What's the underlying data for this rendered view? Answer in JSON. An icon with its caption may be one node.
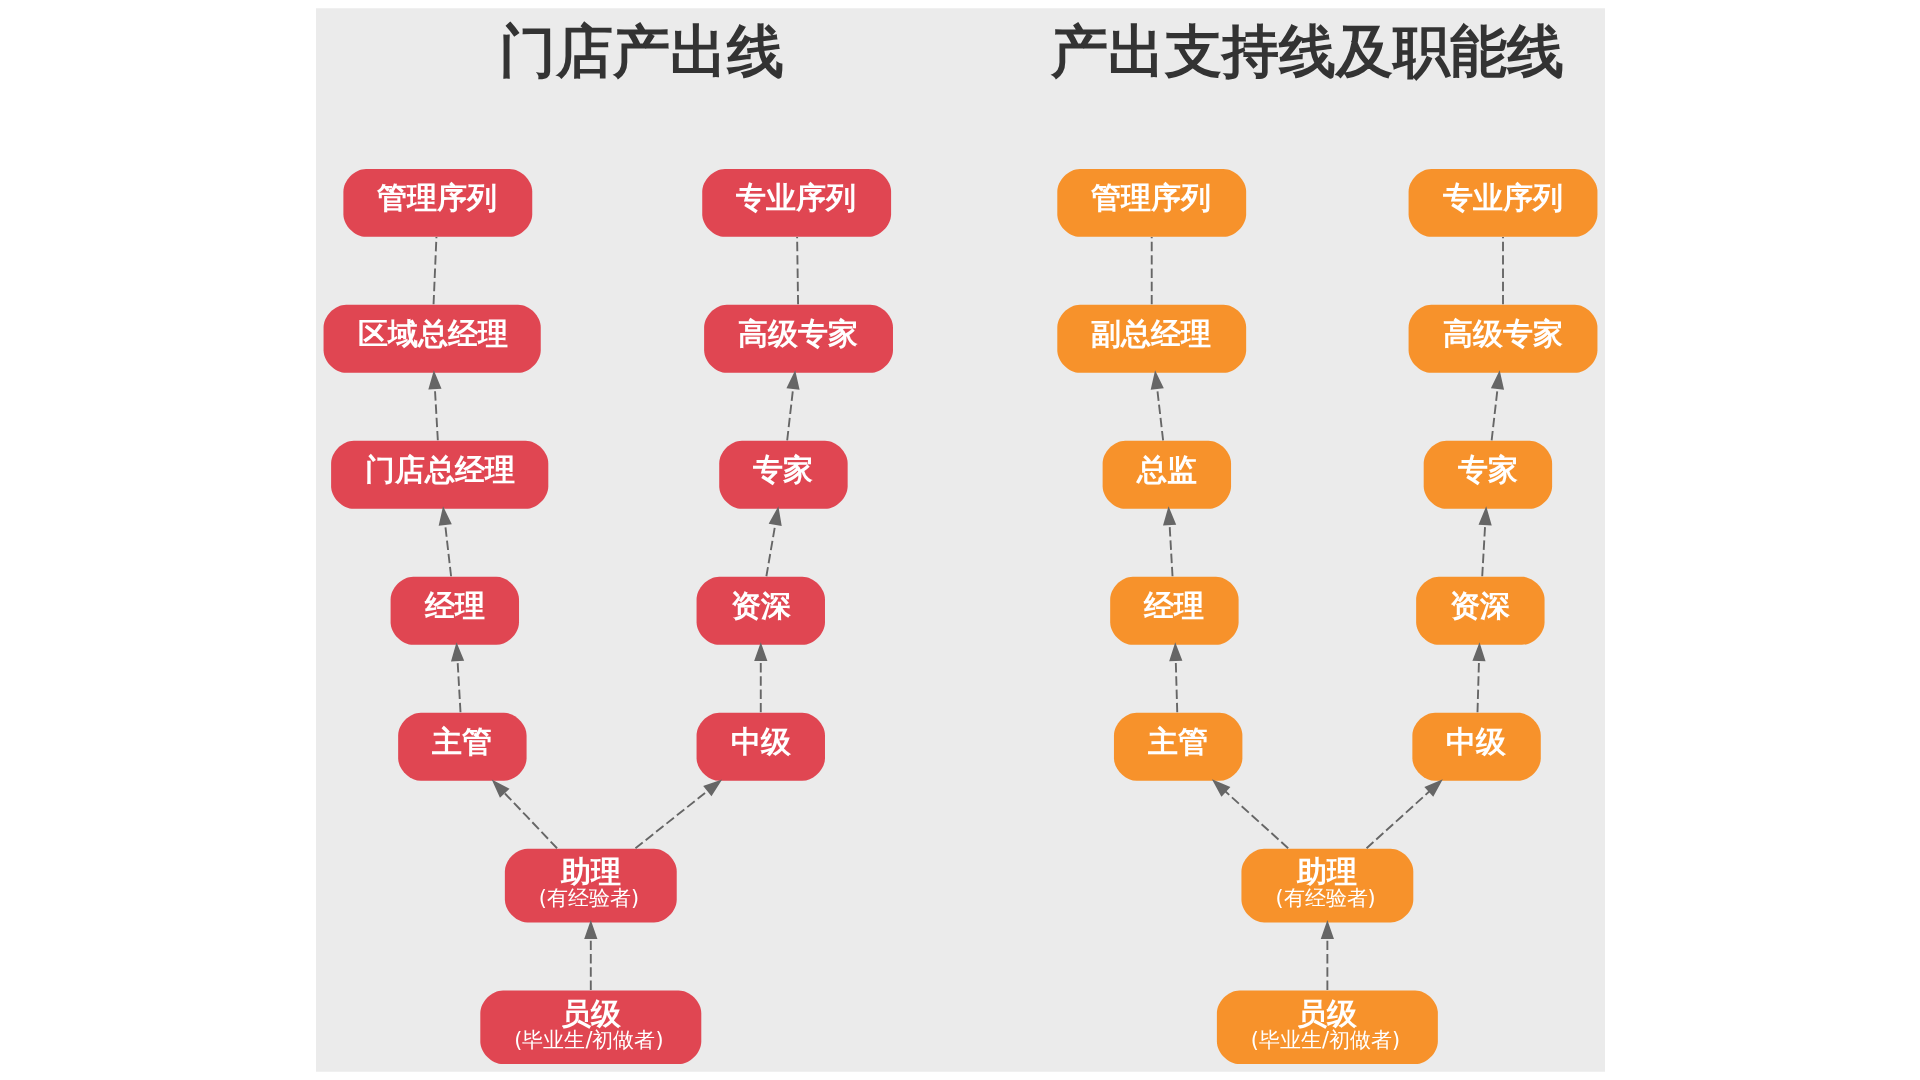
{
  "diagram": {
    "nodes": [
      {
        "text": [
          "管理序列"
        ]
      },
      {
        "text": [
          "专业序列"
        ]
      },
      {
        "text": [
          "区域总经理"
        ]
      },
      {
        "text": [
          "高级专家"
        ]
      },
      {
        "text": [
          "门店总经理"
        ]
      },
      {
        "text": [
          "专家"
        ]
      },
      {
        "text": [
          "经理"
        ]
      },
      {
        "text": [
          "资深"
        ]
      },
      {
        "text": [
          "主管"
        ]
      },
      {
        "text": [
          "中级"
        ]
      },
      {
        "text": [
          "助理",
          "(有经验者)"
        ]
      },
      {
        "text": [
          "员级",
          "(毕业生/初做者)"
        ]
      },
      {
        "text": [
          "管理序列"
        ]
      },
      {
        "text": [
          "专业序列"
        ]
      },
      {
        "text": [
          "副总经理"
        ]
      },
      {
        "text": [
          "高级专家"
        ]
      },
      {
        "text": [
          "总监"
        ]
      },
      {
        "text": [
          "专家"
        ]
      },
      {
        "text": [
          "经理"
        ]
      },
      {
        "text": [
          "资深"
        ]
      },
      {
        "text": [
          "主管"
        ]
      },
      {
        "text": [
          "中级"
        ]
      },
      {
        "text": [
          "助理",
          "(有经验者)"
        ]
      },
      {
        "text": [
          "员级",
          "(毕业生/初做者)"
        ]
      }
    ],
    "edges": [
      {
        "from": 2,
        "to": 0,
        "arrow": "none",
        "style": "dashed"
      },
      {
        "from": 3,
        "to": 1,
        "arrow": "none",
        "style": "dashed"
      },
      {
        "from": 4,
        "to": 2,
        "arrow": "to",
        "style": "dashed"
      },
      {
        "from": 6,
        "to": 4,
        "arrow": "to",
        "style": "dashed"
      },
      {
        "from": 8,
        "to": 6,
        "arrow": "to",
        "style": "dashed"
      },
      {
        "from": 10,
        "to": 8,
        "arrow": "to",
        "style": "dashed"
      },
      {
        "from": 5,
        "to": 3,
        "arrow": "to",
        "style": "dashed"
      },
      {
        "from": 7,
        "to": 5,
        "arrow": "to",
        "style": "dashed"
      },
      {
        "from": 9,
        "to": 7,
        "arrow": "to",
        "style": "dashed"
      },
      {
        "from": 10,
        "to": 9,
        "arrow": "to",
        "style": "dashed"
      },
      {
        "from": 11,
        "to": 10,
        "arrow": "to",
        "style": "dashed"
      },
      {
        "from": 14,
        "to": 12,
        "arrow": "none",
        "style": "dashed"
      },
      {
        "from": 15,
        "to": 13,
        "arrow": "none",
        "style": "dashed"
      },
      {
        "from": 16,
        "to": 14,
        "arrow": "to",
        "style": "dashed"
      },
      {
        "from": 18,
        "to": 16,
        "arrow": "to",
        "style": "dashed"
      },
      {
        "from": 20,
        "to": 18,
        "arrow": "to",
        "style": "dashed"
      },
      {
        "from": 22,
        "to": 20,
        "arrow": "to",
        "style": "dashed"
      },
      {
        "from": 17,
        "to": 15,
        "arrow": "to",
        "style": "dashed"
      },
      {
        "from": 19,
        "to": 17,
        "arrow": "to",
        "style": "dashed"
      },
      {
        "from": 21,
        "to": 19,
        "arrow": "to",
        "style": "dashed"
      },
      {
        "from": 22,
        "to": 21,
        "arrow": "to",
        "style": "dashed"
      },
      {
        "from": 23,
        "to": 22,
        "arrow": "to",
        "style": "dashed"
      }
    ],
    "labels": [
      "门店产出线",
      "产出支持线及职能线"
    ]
  }
}
